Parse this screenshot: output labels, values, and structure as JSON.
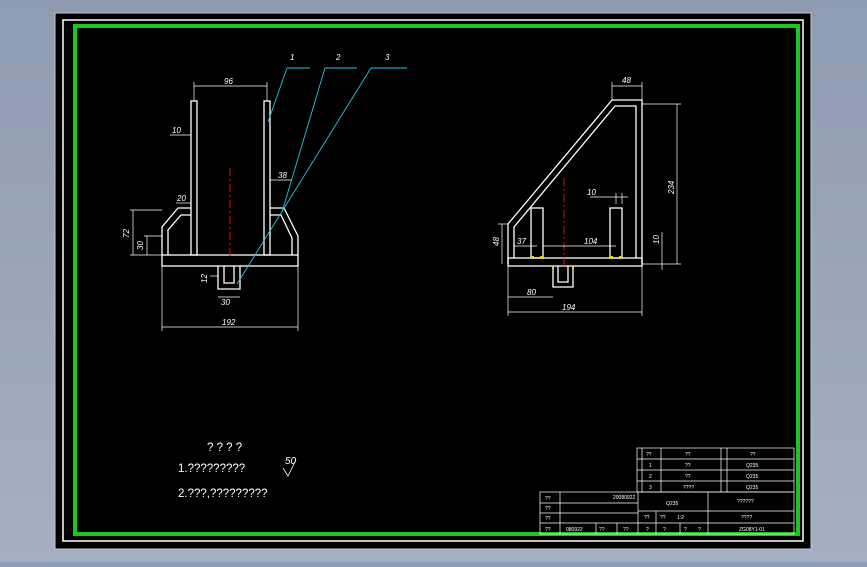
{
  "colors": {
    "app_background": "#9aa6ba",
    "sheet": "#000000",
    "border_green": "#1ec51e",
    "part_outline": "#ffffff",
    "dimension": "#ffffff",
    "leader": "#29c4e0",
    "centerline": "#e01010",
    "weld_marks": "#e8d41a"
  },
  "front_view": {
    "dims": {
      "width_96": "96",
      "thk_10": "10",
      "d_20": "20",
      "d_38": "38",
      "h_72": "72",
      "h_30": "30",
      "d_12": "12",
      "d_30": "30",
      "total_192": "192"
    },
    "leaders": [
      "1",
      "2",
      "3"
    ]
  },
  "side_view": {
    "dims": {
      "top_48": "48",
      "h_234": "234",
      "d_10a": "10",
      "d_10b": "10",
      "h_48": "48",
      "d_37": "37",
      "d_104": "104",
      "d_80": "80",
      "total_194": "194"
    }
  },
  "notes": {
    "heading": "? ? ? ?",
    "line1": "1.?????????",
    "line2": "2.???,?????????",
    "roughness": "50"
  },
  "parts_list": {
    "header": [
      "??",
      "??",
      "??"
    ],
    "rows": [
      [
        "1",
        "??",
        "Q235"
      ],
      [
        "2",
        "??",
        "Q235"
      ],
      [
        "3",
        "????",
        "Q235"
      ]
    ]
  },
  "title_block": {
    "drawing_no_top": "20080922",
    "material": "Q235",
    "name": "??????",
    "subname": "????",
    "scale": "1:2",
    "code": "ZG08Y1-01",
    "label_a": "??",
    "label_b": "??",
    "label_c": "??",
    "designer_date": "080922",
    "col_a": "??",
    "col_b": "??",
    "col_c": "??",
    "mid_a": "??",
    "mid_b": "??",
    "page_a": "?",
    "page_b": "?",
    "page_c": "?",
    "page_d": "?"
  }
}
